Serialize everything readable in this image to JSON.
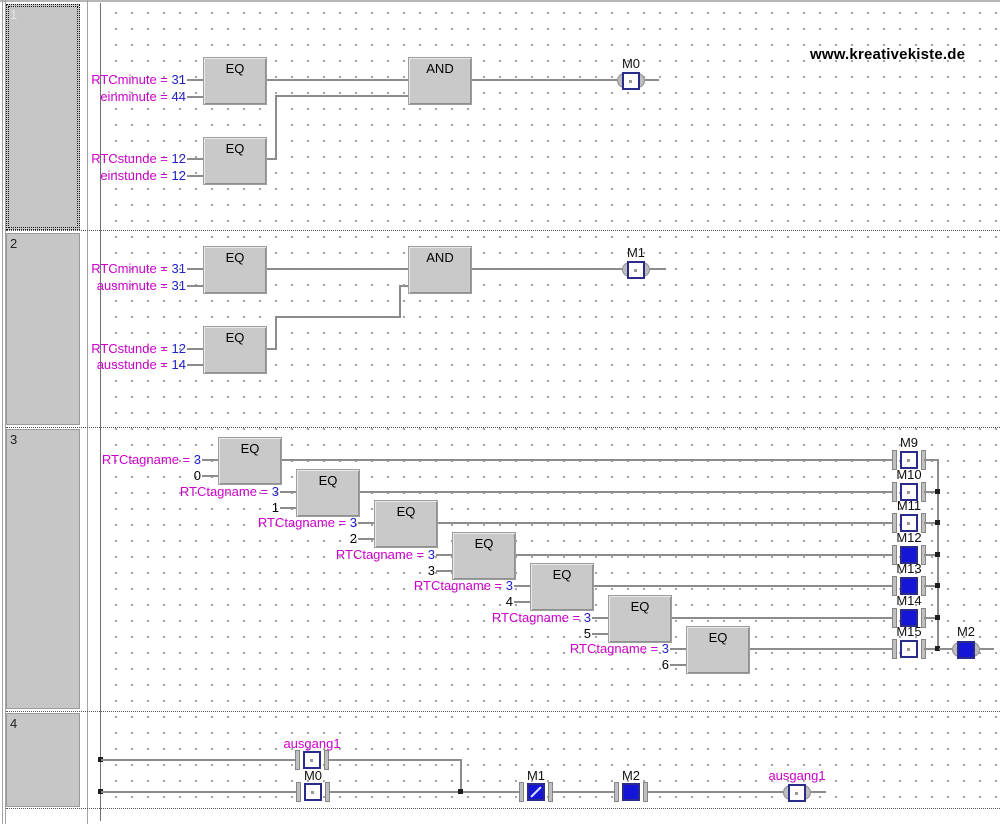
{
  "watermark": "www.kreativekiste.de",
  "colors": {
    "variable_text": "#cb00cb",
    "value_text": "#2121c8",
    "active_fill": "#1515d8",
    "block_fill": "#c9c9c9",
    "wire": "#8c8c8c"
  },
  "networks": [
    {
      "number": "1",
      "blocks": [
        {
          "label": "EQ"
        },
        {
          "label": "EQ"
        },
        {
          "label": "AND"
        }
      ],
      "inputs": [
        {
          "name": "RTCminute =",
          "value": "31"
        },
        {
          "name": "einminute =",
          "value": "44"
        },
        {
          "name": "RTCstunde =",
          "value": "12"
        },
        {
          "name": "einstunde =",
          "value": "12"
        }
      ],
      "coils": [
        {
          "label": "M0",
          "state": "off"
        }
      ]
    },
    {
      "number": "2",
      "blocks": [
        {
          "label": "EQ"
        },
        {
          "label": "EQ"
        },
        {
          "label": "AND"
        }
      ],
      "inputs": [
        {
          "name": "RTCminute =",
          "value": "31"
        },
        {
          "name": "ausminute =",
          "value": "31"
        },
        {
          "name": "RTCstunde =",
          "value": "12"
        },
        {
          "name": "ausstunde =",
          "value": "14"
        }
      ],
      "coils": [
        {
          "label": "M1",
          "state": "off"
        }
      ]
    },
    {
      "number": "3",
      "blocks": [
        {
          "label": "EQ"
        },
        {
          "label": "EQ"
        },
        {
          "label": "EQ"
        },
        {
          "label": "EQ"
        },
        {
          "label": "EQ"
        },
        {
          "label": "EQ"
        },
        {
          "label": "EQ"
        }
      ],
      "inputs": [
        {
          "name": "RTCtagname =",
          "value": "3",
          "const": "0"
        },
        {
          "name": "RTCtagname =",
          "value": "3",
          "const": "1"
        },
        {
          "name": "RTCtagname =",
          "value": "3",
          "const": "2"
        },
        {
          "name": "RTCtagname =",
          "value": "3",
          "const": "3"
        },
        {
          "name": "RTCtagname =",
          "value": "3",
          "const": "4"
        },
        {
          "name": "RTCtagname =",
          "value": "3",
          "const": "5"
        },
        {
          "name": "RTCtagname =",
          "value": "3",
          "const": "6"
        }
      ],
      "coils": [
        {
          "label": "M9",
          "state": "off"
        },
        {
          "label": "M10",
          "state": "off"
        },
        {
          "label": "M11",
          "state": "off"
        },
        {
          "label": "M12",
          "state": "on"
        },
        {
          "label": "M13",
          "state": "on"
        },
        {
          "label": "M14",
          "state": "on"
        },
        {
          "label": "M15",
          "state": "off"
        }
      ],
      "result_coil": {
        "label": "M2",
        "state": "on"
      }
    },
    {
      "number": "4",
      "contacts": [
        {
          "label": "ausgang1",
          "state": "off"
        },
        {
          "label": "M0",
          "state": "off"
        },
        {
          "label": "M1",
          "state": "on_negated"
        },
        {
          "label": "M2",
          "state": "on"
        }
      ],
      "coils": [
        {
          "label": "ausgang1",
          "state": "off"
        }
      ]
    }
  ]
}
